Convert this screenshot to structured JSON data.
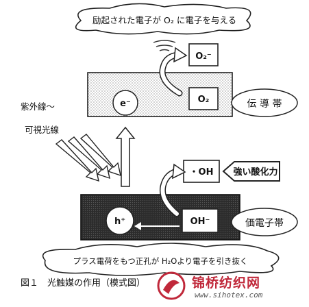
{
  "top_cloud_text": "励起された電子が O₂ に電子を与える",
  "bottom_cloud_text": "プラス電荷をもつ正孔が H₂Oより電子を引き抜く",
  "conduction_band": {
    "electron": "e⁻",
    "oxygen": "O₂",
    "oxygen_ion": "O₂⁻",
    "label": "伝 導 帯"
  },
  "valence_band": {
    "hole": "h⁺",
    "hydroxide": "OH⁻",
    "radical": "・OH",
    "label": "価電子帯"
  },
  "light_label_1": "紫外線～",
  "light_label_2": "可視光線",
  "strong_oxidation": "強い酸化力",
  "caption": "図１　光触媒の作用（模式図）",
  "watermark": {
    "name": "锦桥纺织网",
    "url": "www.sihotex.com"
  }
}
